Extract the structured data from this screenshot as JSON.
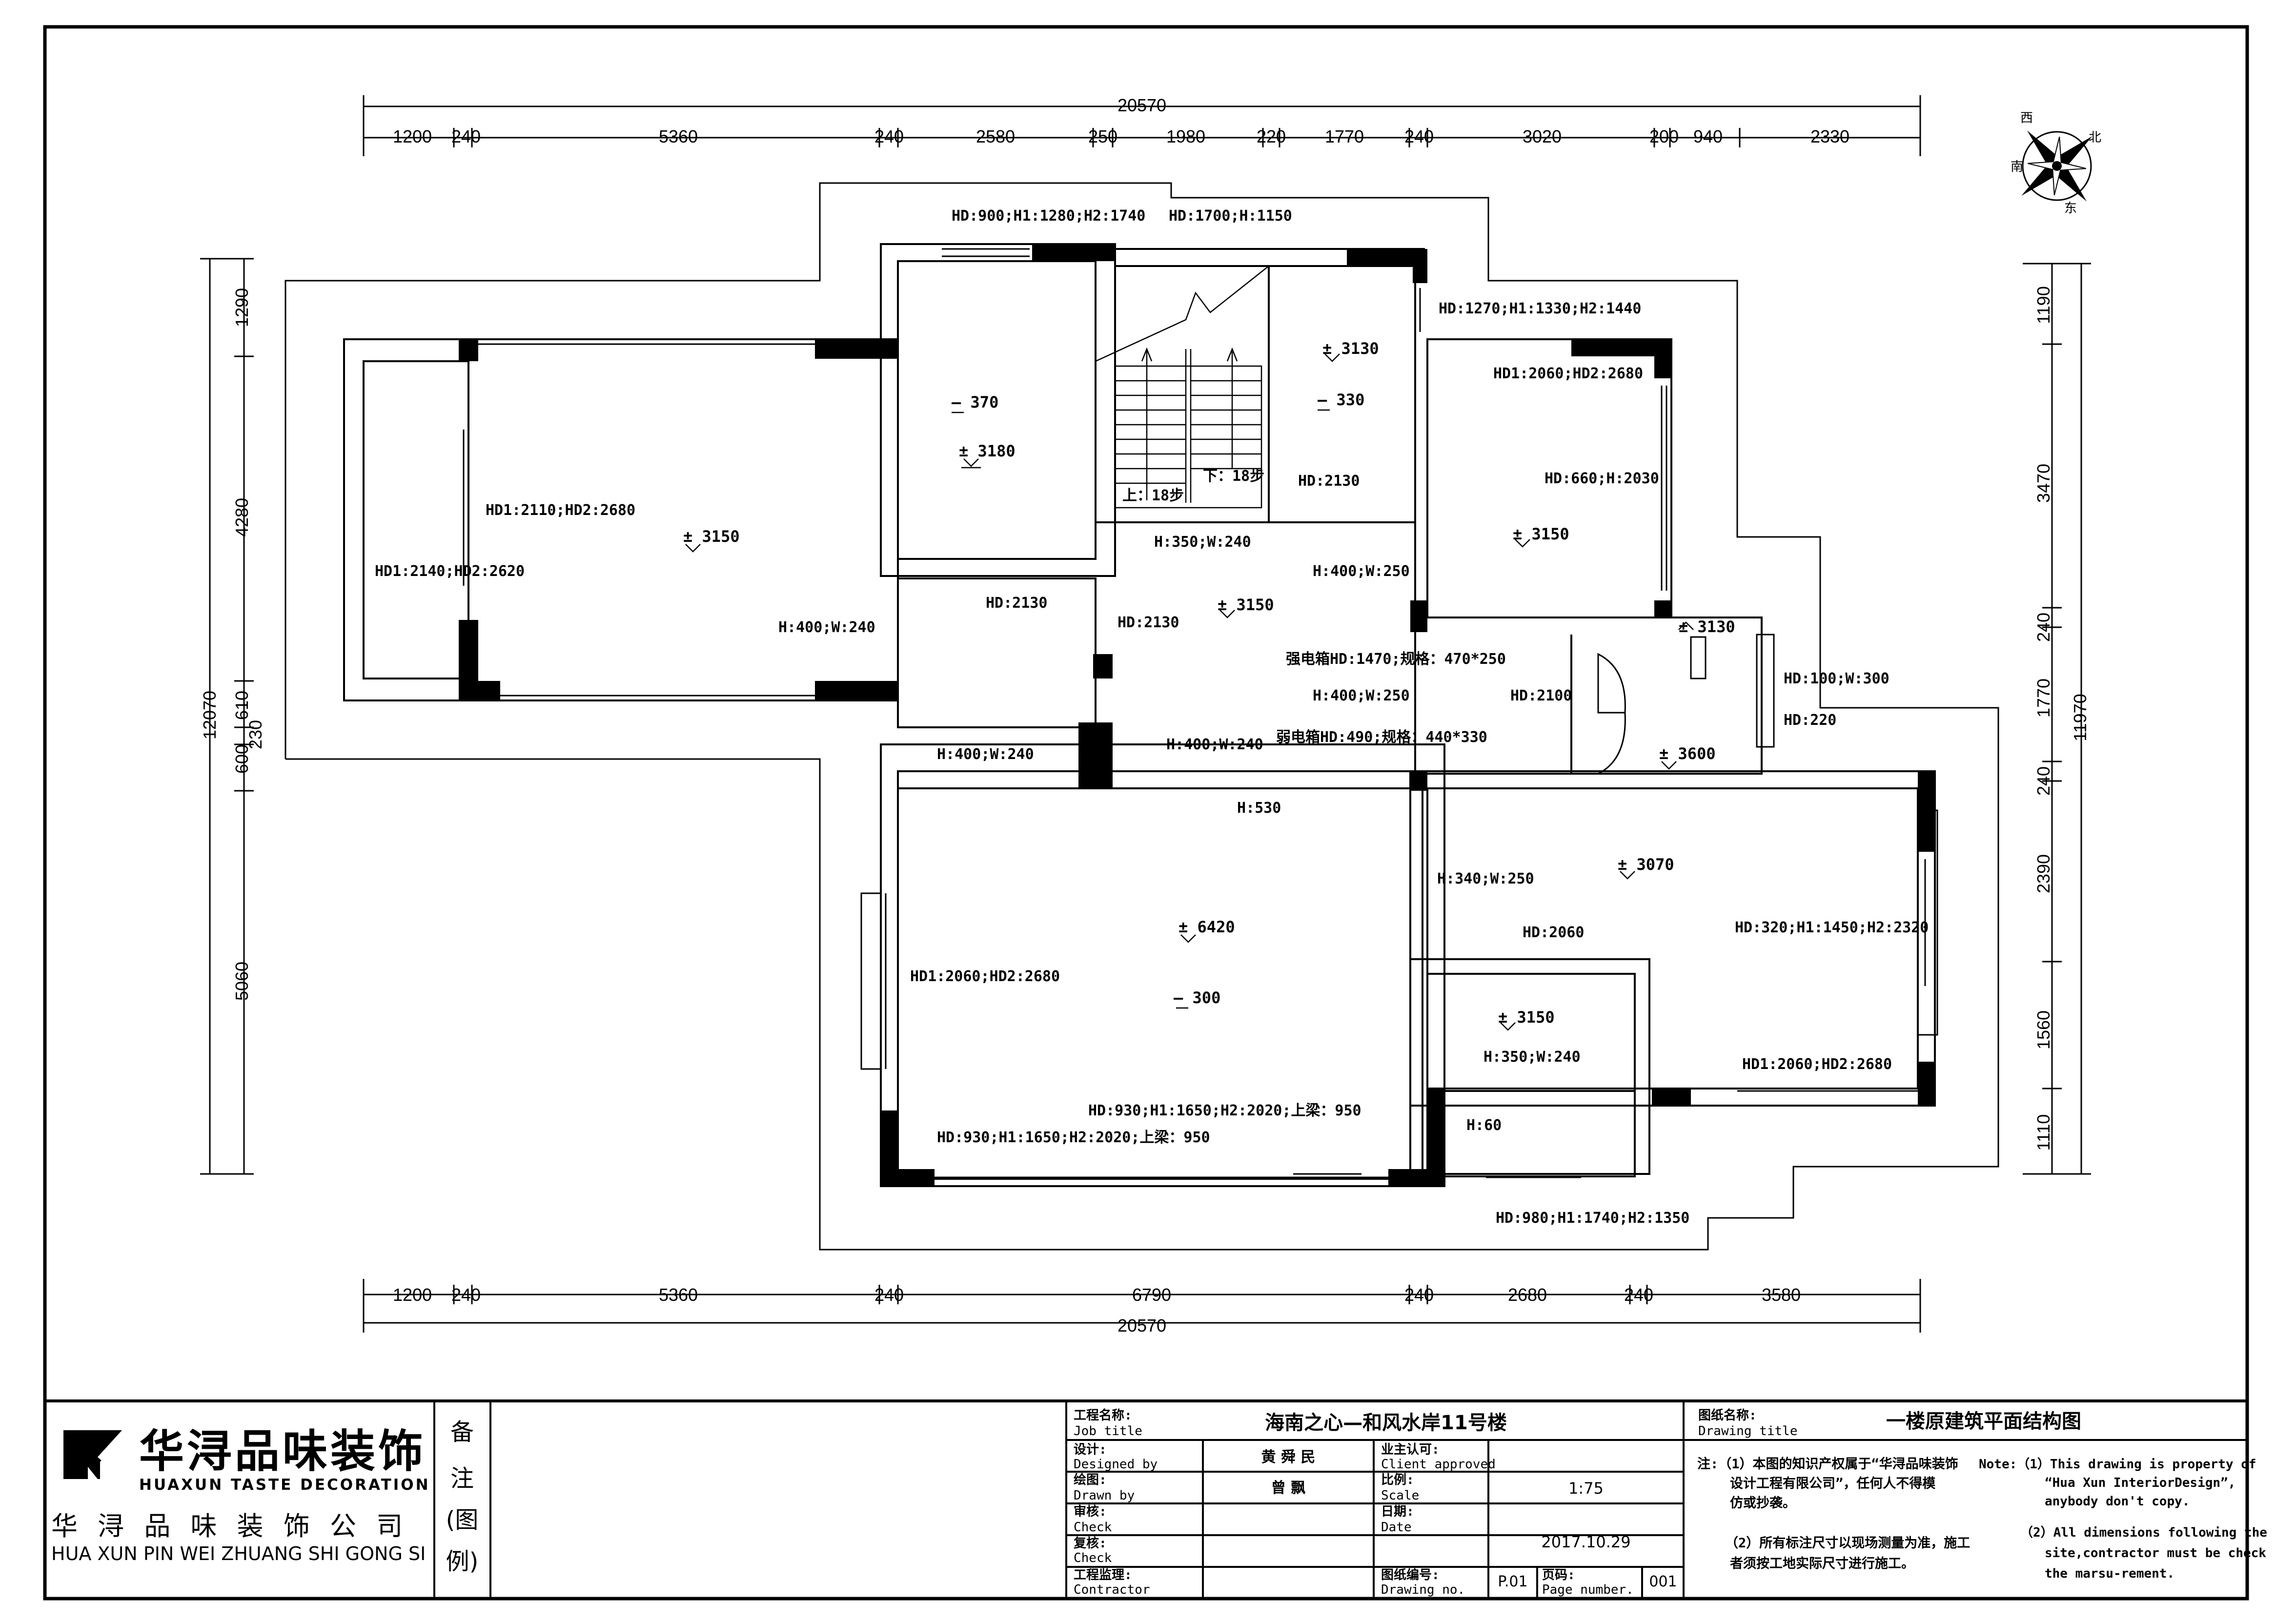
{
  "dims": {
    "top_total": "20570",
    "top_segments": [
      "1200",
      "240",
      "5360",
      "240",
      "2580",
      "250",
      "1980",
      "220",
      "1770",
      "240",
      "3020",
      "200",
      "940",
      "2330"
    ],
    "bottom_total": "20570",
    "bottom_segments": [
      "1200",
      "240",
      "5360",
      "240",
      "6790",
      "240",
      "2680",
      "240",
      "3580"
    ],
    "left_total": "12070",
    "left_segments": [
      "1290",
      "4280",
      "600",
      "610",
      "230",
      "5060"
    ],
    "right_total": "11970",
    "right_segments": [
      "1190",
      "3470",
      "240",
      "1770",
      "240",
      "2390",
      "1560",
      "1110"
    ]
  },
  "annotations": [
    "HD:900;H1:1280;H2:1740",
    "HD:1700;H:1150",
    "HD:1270;H1:1330;H2:1440",
    "HD1:2060;HD2:2680",
    "HD1:2110;HD2:2680",
    "HD1:2140;HD2:2620",
    "HD:2130",
    "HD:2130",
    "HD:2130",
    "H:350;W:240",
    "H:400;W:250",
    "HD:660;H:2030",
    "H:400;W:240",
    "强电箱HD:1470;规格：470*250",
    "H:400;W:250",
    "HD:2100",
    "HD:100;W:300",
    "HD:220",
    "弱电箱HD:490;规格：440*330",
    "H:400;W:240",
    "H:400;W:240",
    "H:530",
    "H:340;W:250",
    "HD:320;H1:1450;H2:2320",
    "HD:2060",
    "HD1:2060;HD2:2680",
    "H:350;W:240",
    "HD1:2060;HD2:2680",
    "HD:930;H1:1650;H2:2020;上梁：950",
    "HD:930;H1:1650;H2:2020;上梁：950",
    "H:60",
    "HD:980;H1:1740;H2:1350"
  ],
  "levels": [
    "3180",
    "370",
    "3130",
    "330",
    "3150",
    "3150",
    "3150",
    "3130",
    "3600",
    "3070",
    "6420",
    "300",
    "3150"
  ],
  "stairs": {
    "up": "上：18步",
    "down": "下：18步"
  },
  "compass": {
    "n": "北",
    "s": "南",
    "e": "东",
    "w": "西"
  },
  "logo": {
    "brand_cn": "华浔品味装饰",
    "brand_en": "HUAXUN TASTE DECORATION",
    "company_cn": "华 浔 品 味 装 饰 公 司",
    "company_pinyin": "HUA XUN PIN WEI ZHUANG SHI GONG SI"
  },
  "notes_col": [
    "备",
    "注",
    "(图",
    "例)"
  ],
  "title_block": {
    "job_title_cn": "工程名称:",
    "job_title_en": "Job title",
    "job_title_value": "海南之心—和风水岸11号楼",
    "designed_cn": "设计:",
    "designed_en": "Designed by",
    "designed_value": "黄 舜 民",
    "drawn_cn": "绘图:",
    "drawn_en": "Drawn by",
    "drawn_value": "曾   飘",
    "check_cn": "审核:",
    "check_en": "Check",
    "check2_cn": "复核:",
    "check2_en": "Check",
    "contractor_cn": "工程监理:",
    "contractor_en": "Contractor",
    "client_cn": "业主认可:",
    "client_en": "Client approved",
    "scale_cn": "比例:",
    "scale_en": "Scale",
    "scale_value": "1:75",
    "date_cn": "日期:",
    "date_en": "Date",
    "date_value": "2017.10.29",
    "drawing_no_cn": "图纸编号:",
    "drawing_no_en": "Drawing no.",
    "drawing_no_value": "P.01",
    "page_cn": "页码:",
    "page_en": "Page number.",
    "page_value": "001",
    "drawing_title_cn": "图纸名称:",
    "drawing_title_en": "Drawing title",
    "drawing_title_value": "一楼原建筑平面结构图",
    "note_cn_1a": "注:（1）本图的知识产权属于“华浔品味装饰",
    "note_cn_1b": "设计工程有限公司”，任何人不得模",
    "note_cn_1c": "仿或抄袭。",
    "note_cn_2a": "（2）所有标注尺寸以现场测量为准，施工",
    "note_cn_2b": "者须按工地实际尺寸进行施工。",
    "note_en_1a": "Note:（1）This drawing is property of",
    "note_en_1b": "“Hua Xun InteriorDesign”,",
    "note_en_1c": "anybody don't copy.",
    "note_en_2a": "（2）All dimensions following the",
    "note_en_2b": "site,contractor must be check",
    "note_en_2c": "the marsu-rement."
  }
}
